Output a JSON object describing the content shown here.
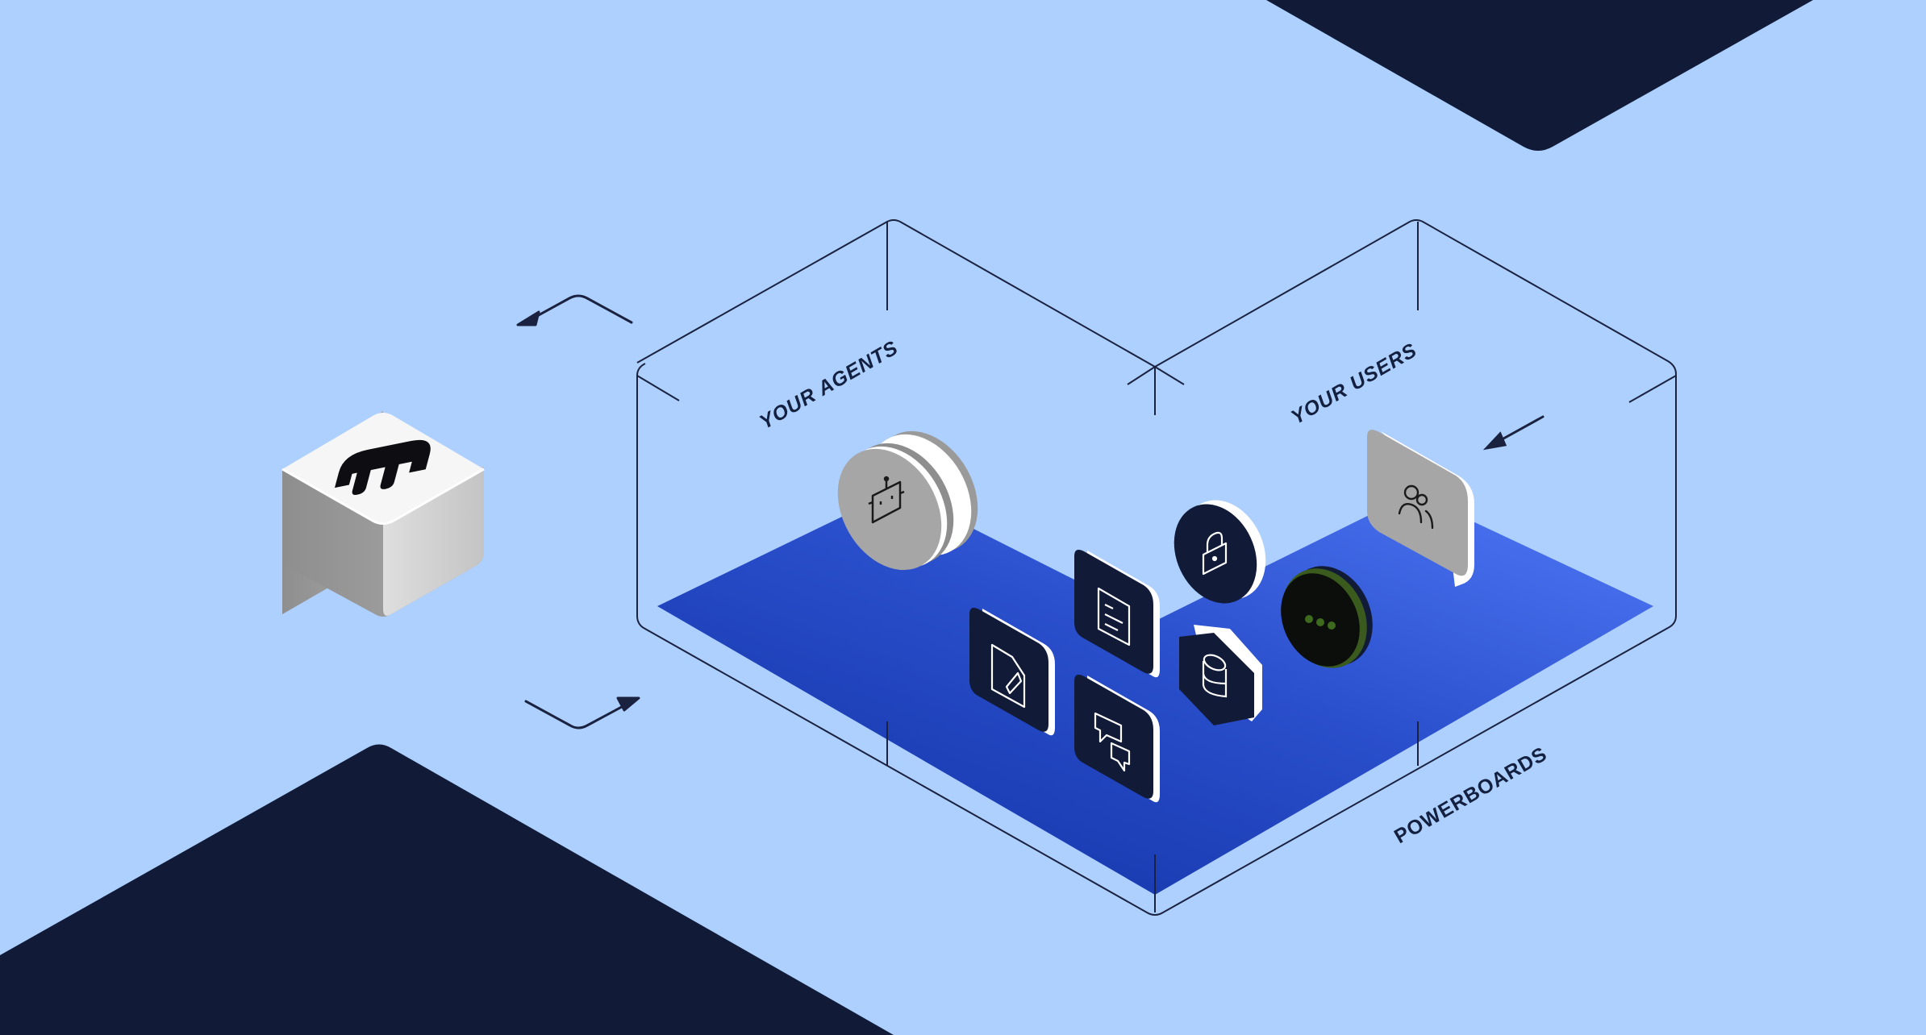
{
  "labels": {
    "agents": "YOUR AGENTS",
    "users": "YOUR USERS",
    "powerboards": "POWERBOARDS"
  },
  "icons": {
    "logo": "logo-mark-icon",
    "agent": "robot-icon",
    "lock": "lock-icon",
    "users": "users-icon",
    "chat": "chat-dots-icon",
    "document": "document-chart-icon",
    "file": "file-edit-icon",
    "database": "database-icon",
    "messages": "messages-icon"
  },
  "colors": {
    "background": "#aed0fe",
    "navy": "#111b37",
    "floor_light": "#4a72f0",
    "floor_dark": "#1c3fb8",
    "tile_gray": "#a6a6a6",
    "chat_green": "#3a5a1e"
  }
}
